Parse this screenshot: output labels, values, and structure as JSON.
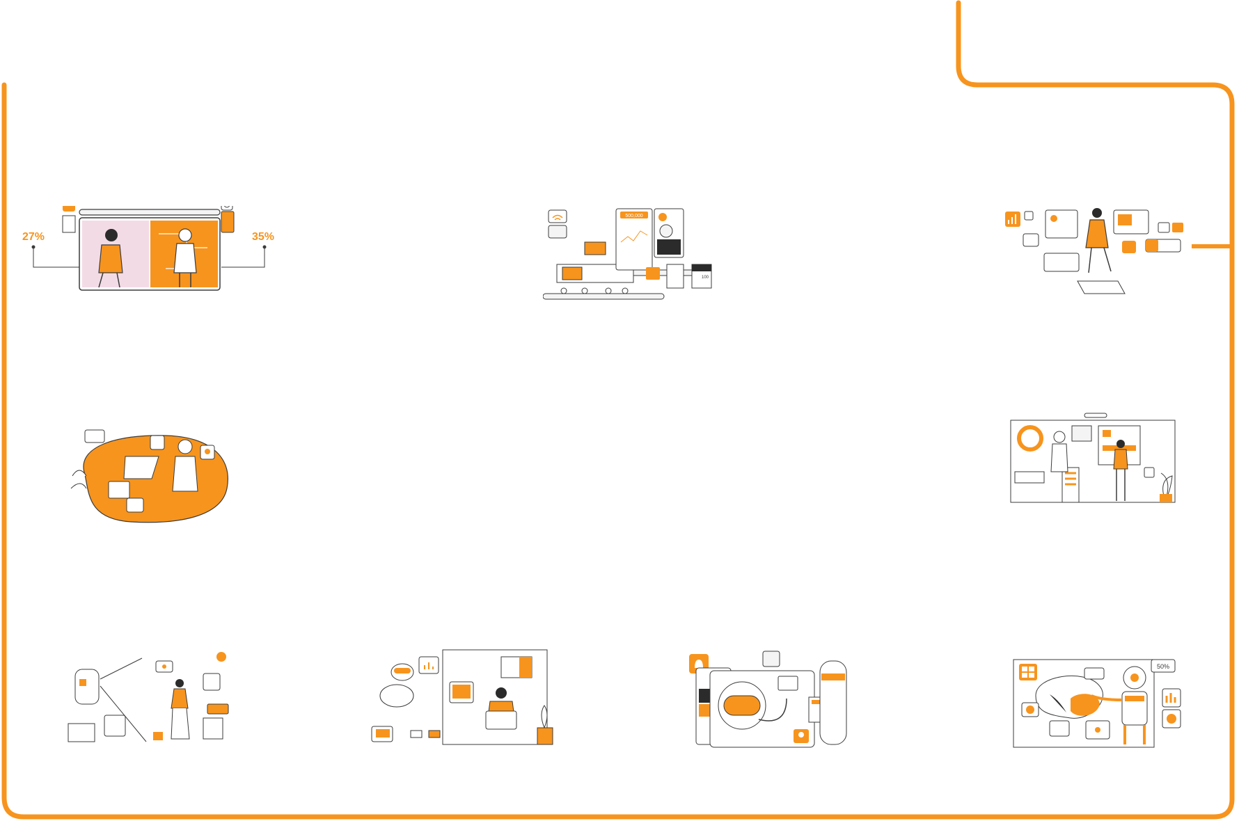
{
  "colors": {
    "accent": "#f7941d",
    "line": "#3b3b3b",
    "panel": "#f4f4f4",
    "screen_pink": "#f3dbe6",
    "dark": "#2b2b2b",
    "background": "#ffffff"
  },
  "illustrations": {
    "ai_collaboration": {
      "left_percent": "27%",
      "right_percent": "35%"
    },
    "dashboard_pipeline": {
      "counter_text": "500,000",
      "calc_text": "100"
    },
    "ai_security": {},
    "ai_automation": {},
    "voice_assistant": {},
    "data_presenter": {},
    "robot_team": {},
    "ai_brain": {
      "progress_text": "50%"
    }
  },
  "icons": [
    "user-icon",
    "gear-icon",
    "share-icon",
    "fingerprint-icon",
    "eye-icon",
    "bell-icon",
    "cloud-icon",
    "wifi-icon",
    "lightbulb-icon",
    "location-pin-icon",
    "download-icon",
    "wrench-icon",
    "chart-icon",
    "camera-icon",
    "play-icon",
    "folder-icon",
    "mail-icon",
    "gamepad-icon"
  ]
}
